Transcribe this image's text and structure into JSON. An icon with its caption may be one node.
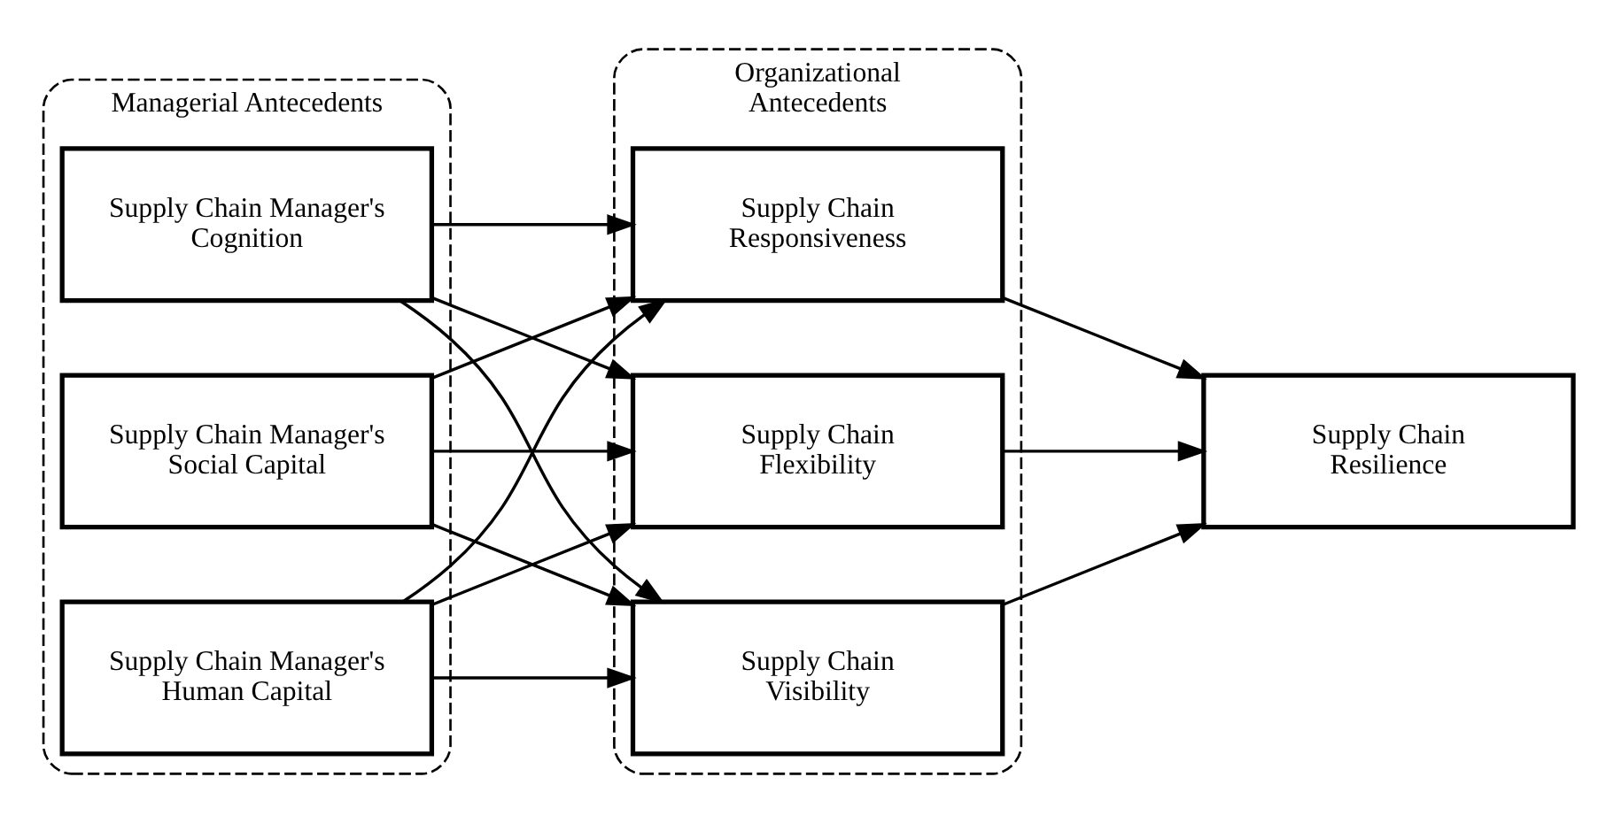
{
  "diagram": {
    "nodes": [
      {
        "text": [
          "Managerial Antecedents"
        ]
      },
      {
        "text": [
          "Supply Chain Manager's Social Capital"
        ],
        "in": 0
      },
      {
        "text": [
          "Supply Chain Manager's Human Capital"
        ],
        "in": 0
      },
      {
        "text": [
          "Supply Chain Manager's Cognition"
        ],
        "in": 0
      },
      {
        "text": [
          "Organizational Antecedents"
        ]
      },
      {
        "text": [
          "Supply Chain Visibility"
        ],
        "in": 4
      },
      {
        "text": [
          "Supply Chain Responsiveness"
        ],
        "in": 4
      },
      {
        "text": [
          "Supply Chain Flexibility"
        ],
        "in": 4
      },
      {
        "text": [
          "Supply Chain Resilience"
        ]
      }
    ],
    "edges": [
      {
        "from": 1,
        "to": 5,
        "arrow": "to"
      },
      {
        "from": 1,
        "to": 6,
        "arrow": "to"
      },
      {
        "from": 1,
        "to": 7,
        "arrow": "to"
      },
      {
        "from": 2,
        "to": 5,
        "arrow": "to"
      },
      {
        "from": 2,
        "to": 6,
        "arrow": "to"
      },
      {
        "from": 2,
        "to": 7,
        "arrow": "to"
      },
      {
        "from": 3,
        "to": 5,
        "arrow": "to"
      },
      {
        "from": 3,
        "to": 6,
        "arrow": "to"
      },
      {
        "from": 3,
        "to": 7,
        "arrow": "to"
      },
      {
        "from": 5,
        "to": 8,
        "arrow": "to"
      },
      {
        "from": 6,
        "to": 8,
        "arrow": "to"
      },
      {
        "from": 7,
        "to": 8,
        "arrow": "to"
      }
    ]
  }
}
